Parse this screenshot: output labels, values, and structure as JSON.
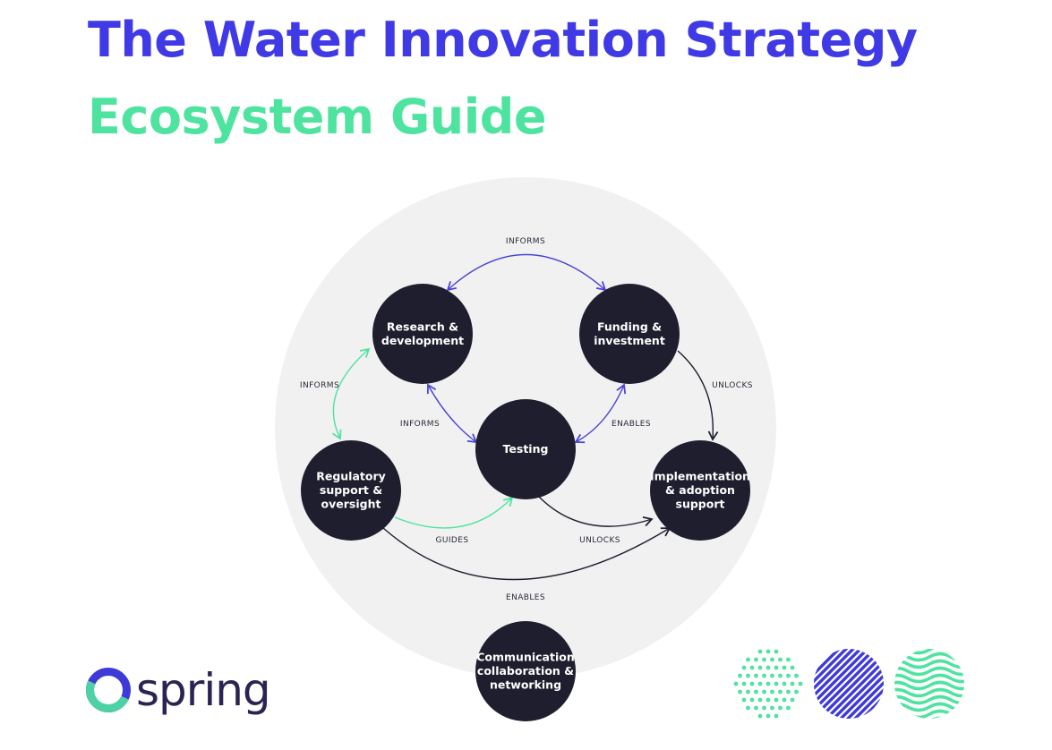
{
  "header": {
    "title": "The Water Innovation Strategy",
    "subtitle": "Ecosystem Guide"
  },
  "colors": {
    "title": "#3f39e6",
    "subtitle": "#4fe3a0",
    "node_fill": "#1f1e2e",
    "background_circle": "#f1f1f1",
    "edge_blue": "#4b44d6",
    "edge_green": "#4fe3a0",
    "edge_dark": "#1f1e2e"
  },
  "diagram": {
    "nodes": [
      {
        "id": "rd",
        "lines": [
          "Research &",
          "development"
        ]
      },
      {
        "id": "funding",
        "lines": [
          "Funding &",
          "investment"
        ]
      },
      {
        "id": "testing",
        "lines": [
          "Testing"
        ]
      },
      {
        "id": "regulatory",
        "lines": [
          "Regulatory",
          "support &",
          "oversight"
        ]
      },
      {
        "id": "implementation",
        "lines": [
          "Implementation",
          "& adoption",
          "support"
        ]
      },
      {
        "id": "communication",
        "lines": [
          "Communication",
          "collaboration &",
          "networking"
        ]
      }
    ],
    "edges": [
      {
        "from": "rd",
        "to": "funding",
        "label": "INFORMS",
        "color": "blue",
        "bidirectional": true
      },
      {
        "from": "rd",
        "to": "regulatory",
        "label": "INFORMS",
        "color": "green",
        "bidirectional": true
      },
      {
        "from": "rd",
        "to": "testing",
        "label": "INFORMS",
        "color": "blue",
        "bidirectional": true
      },
      {
        "from": "funding",
        "to": "testing",
        "label": "ENABLES",
        "color": "blue",
        "bidirectional": true
      },
      {
        "from": "funding",
        "to": "implementation",
        "label": "UNLOCKS",
        "color": "dark",
        "bidirectional": false
      },
      {
        "from": "regulatory",
        "to": "testing",
        "label": "GUIDES",
        "color": "green",
        "bidirectional": false
      },
      {
        "from": "testing",
        "to": "implementation",
        "label": "UNLOCKS",
        "color": "dark",
        "bidirectional": false
      },
      {
        "from": "regulatory",
        "to": "implementation",
        "label": "ENABLES",
        "color": "dark",
        "bidirectional": false
      }
    ]
  },
  "logo": {
    "text": "spring"
  }
}
